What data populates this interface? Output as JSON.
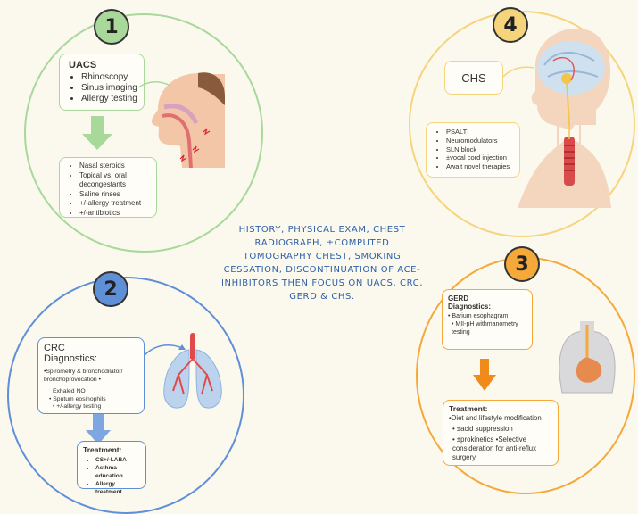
{
  "center": {
    "line1": "HISTORY, PHYSICAL EXAM, CHEST",
    "line2": "RADIOGRAPH, ±COMPUTED",
    "line3": "TOMOGRAPHY CHEST, SMOKING",
    "line4": "CESSATION, DISCONTINUATION OF ACE-",
    "line5": "INHIBITORS THEN FOCUS ON UACS, CRC,",
    "line6": "GERD & CHS."
  },
  "panel1": {
    "number": "1",
    "title": "UACS",
    "diagnostics": [
      "Rhinoscopy",
      "Sinus imaging",
      "Allergy testing"
    ],
    "treatments": [
      "Nasal steroids",
      "Topical vs. oral decongestants",
      "Saline rinses",
      "+/-allergy treatment",
      "+/-antibiotics"
    ]
  },
  "panel2": {
    "number": "2",
    "title": "CRC",
    "subtitle": "Diagnostics:",
    "diag1": "•Spirometry & bronchodilator/ bronchoprovocation •",
    "diag2": "Exhaled NO",
    "diag3": "• Sputum eosinophils",
    "diag4": "• +/-allergy testing",
    "treatment_title": "Treatment:",
    "treatments": [
      "CS+/-LABA",
      "Asthma education",
      "Allergy treatment"
    ]
  },
  "panel3": {
    "number": "3",
    "title": "GERD",
    "subtitle": "Diagnostics:",
    "diag1": "• Barium esophagram",
    "diag2": "• MII-pH withmanometry testing",
    "treatment_title": "Treatment:",
    "t1": "•Diet and lifestyle modification",
    "t2": "• ±acid suppression",
    "t3": "• ±prokinetics •Selective consideration for anti-reflux surgery"
  },
  "panel4": {
    "number": "4",
    "title": "CHS",
    "treatments": [
      "PSALTI",
      "Neuromodulators",
      "SLN block",
      "±vocal cord injection",
      "Await novel therapies"
    ]
  },
  "colors": {
    "green": "#a8d89a",
    "blue": "#5f8fd6",
    "orange": "#f4a93a",
    "yellow": "#f6d47c"
  }
}
